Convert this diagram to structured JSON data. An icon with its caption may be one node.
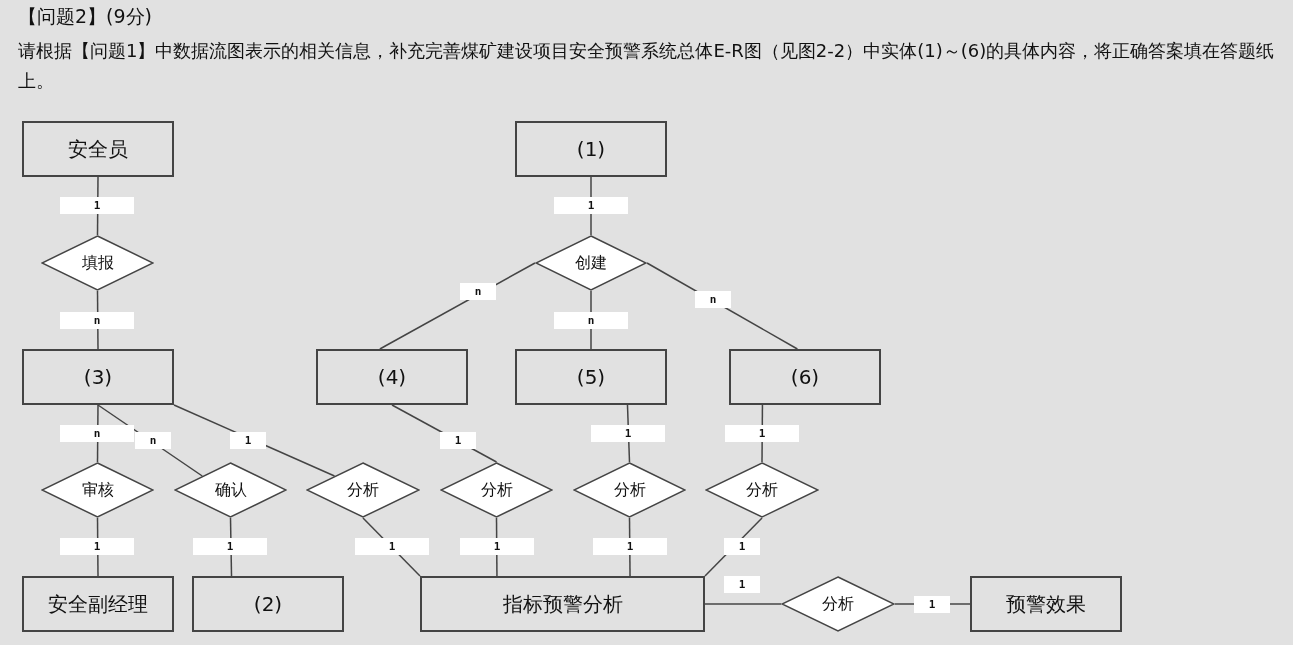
{
  "diagram": {
    "title": "【问题2】(9分)",
    "nodes": [
      {
        "text": [
          "安全员"
        ]
      },
      {
        "text": [
          "(1)"
        ]
      },
      {
        "text": [
          "填报"
        ]
      },
      {
        "text": [
          "创建"
        ]
      },
      {
        "text": [
          "(3)"
        ]
      },
      {
        "text": [
          "(4)"
        ]
      },
      {
        "text": [
          "(5)"
        ]
      },
      {
        "text": [
          "(6)"
        ]
      },
      {
        "text": [
          "审核"
        ]
      },
      {
        "text": [
          "确认"
        ]
      },
      {
        "text": [
          "分析"
        ]
      },
      {
        "text": [
          "分析"
        ]
      },
      {
        "text": [
          "分析"
        ]
      },
      {
        "text": [
          "分析"
        ]
      },
      {
        "text": [
          "安全副经理"
        ]
      },
      {
        "text": [
          "(2)"
        ]
      },
      {
        "text": [
          "指标预警分析"
        ]
      },
      {
        "text": [
          "分析"
        ]
      },
      {
        "text": [
          "预警效果"
        ]
      }
    ],
    "edges": [
      {
        "from": 0,
        "to": 2,
        "arrow": "none",
        "label": "1"
      },
      {
        "from": 2,
        "to": 4,
        "arrow": "none",
        "label": "n"
      },
      {
        "from": 1,
        "to": 3,
        "arrow": "none",
        "label": "1"
      },
      {
        "from": 3,
        "to": 5,
        "arrow": "none",
        "label": "n"
      },
      {
        "from": 3,
        "to": 6,
        "arrow": "none",
        "label": "n"
      },
      {
        "from": 3,
        "to": 7,
        "arrow": "none",
        "label": "n"
      },
      {
        "from": 4,
        "to": 8,
        "arrow": "none",
        "label": "n"
      },
      {
        "from": 4,
        "to": 9,
        "arrow": "none",
        "label": "n"
      },
      {
        "from": 4,
        "to": 10,
        "arrow": "none",
        "label": "1"
      },
      {
        "from": 5,
        "to": 11,
        "arrow": "none",
        "label": "1"
      },
      {
        "from": 6,
        "to": 12,
        "arrow": "none",
        "label": "1"
      },
      {
        "from": 7,
        "to": 13,
        "arrow": "none",
        "label": "1"
      },
      {
        "from": 8,
        "to": 14,
        "arrow": "none",
        "label": "1"
      },
      {
        "from": 9,
        "to": 15,
        "arrow": "none",
        "label": "1"
      },
      {
        "from": 10,
        "to": 16,
        "arrow": "none",
        "label": "1"
      },
      {
        "from": 11,
        "to": 16,
        "arrow": "none",
        "label": "1"
      },
      {
        "from": 12,
        "to": 16,
        "arrow": "none",
        "label": "1"
      },
      {
        "from": 13,
        "to": 16,
        "arrow": "none",
        "label": "1"
      },
      {
        "from": 16,
        "to": 17,
        "arrow": "none",
        "label": "1"
      },
      {
        "from": 17,
        "to": 18,
        "arrow": "none",
        "label": "1"
      }
    ],
    "labels": [
      "请根据【问题1】中数据流图表示的相关信息，补充完善煤矿建设项目安全预警系统总体E-R图（见图2-2）中实体(1)～(6)的具体内容，将正确答案填在答题纸上。"
    ]
  }
}
